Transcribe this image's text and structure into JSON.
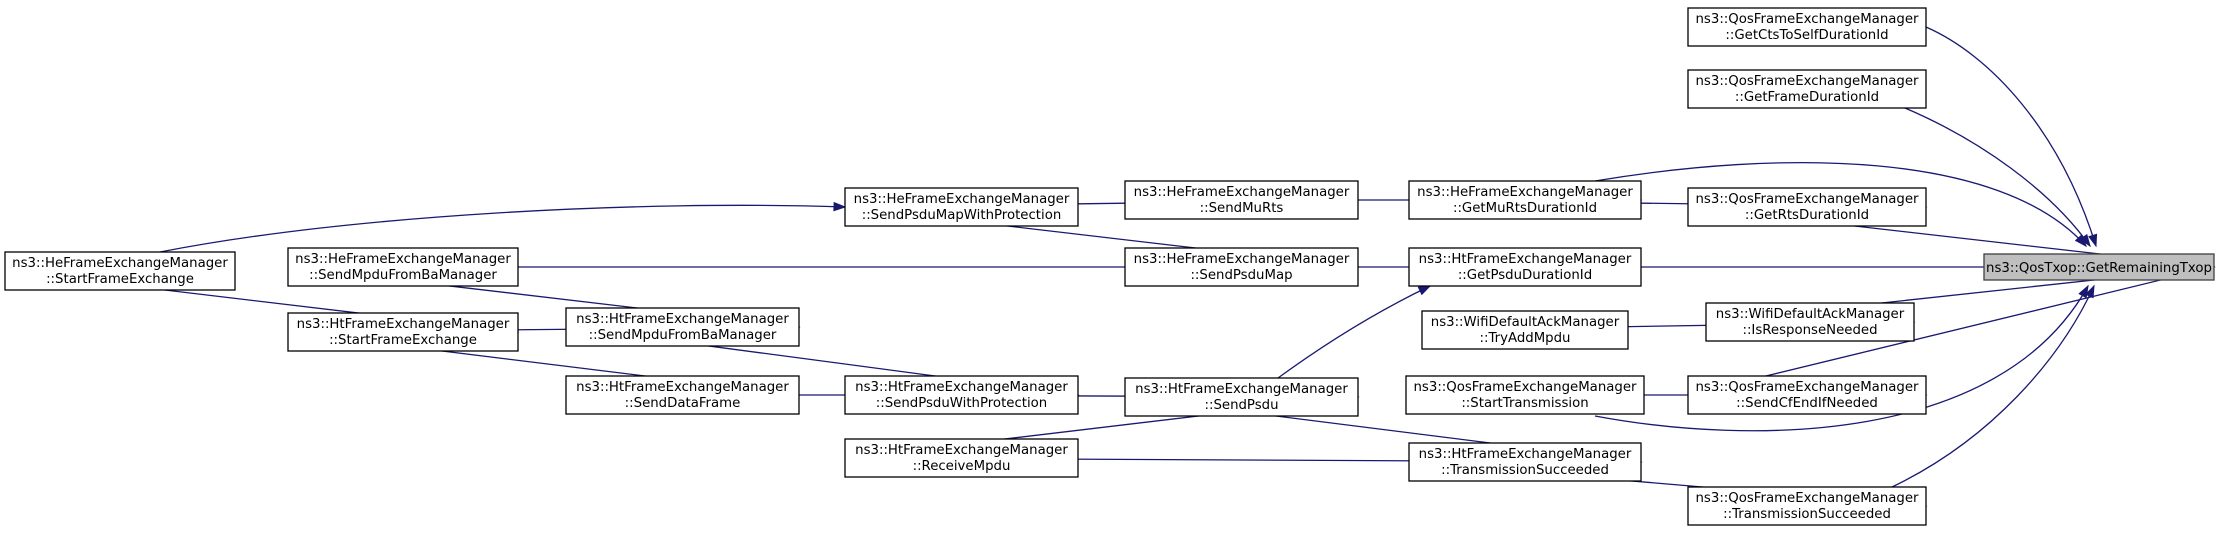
{
  "graph": {
    "focus_node": "GetRemainingTxop",
    "nodes": [
      {
        "id": "GetRemainingTxop",
        "line1": "ns3::QosTxop::GetRemainingTxop",
        "line2": "",
        "focus": true
      },
      {
        "id": "Q_GetCtsToSelfDurationId",
        "line1": "ns3::QosFrameExchangeManager",
        "line2": "::GetCtsToSelfDurationId"
      },
      {
        "id": "Q_GetFrameDurationId",
        "line1": "ns3::QosFrameExchangeManager",
        "line2": "::GetFrameDurationId"
      },
      {
        "id": "Q_GetRtsDurationId",
        "line1": "ns3::QosFrameExchangeManager",
        "line2": "::GetRtsDurationId"
      },
      {
        "id": "W_IsResponseNeeded",
        "line1": "ns3::WifiDefaultAckManager",
        "line2": "::IsResponseNeeded"
      },
      {
        "id": "Q_SendCfEndIfNeeded",
        "line1": "ns3::QosFrameExchangeManager",
        "line2": "::SendCfEndIfNeeded"
      },
      {
        "id": "Q_TransmissionSucceeded",
        "line1": "ns3::QosFrameExchangeManager",
        "line2": "::TransmissionSucceeded"
      },
      {
        "id": "He_GetMuRtsDurationId",
        "line1": "ns3::HeFrameExchangeManager",
        "line2": "::GetMuRtsDurationId"
      },
      {
        "id": "Ht_GetPsduDurationId",
        "line1": "ns3::HtFrameExchangeManager",
        "line2": "::GetPsduDurationId"
      },
      {
        "id": "W_TryAddMpdu",
        "line1": "ns3::WifiDefaultAckManager",
        "line2": "::TryAddMpdu"
      },
      {
        "id": "Q_StartTransmission",
        "line1": "ns3::QosFrameExchangeManager",
        "line2": "::StartTransmission"
      },
      {
        "id": "Ht_TransmissionSucceeded",
        "line1": "ns3::HtFrameExchangeManager",
        "line2": "::TransmissionSucceeded"
      },
      {
        "id": "He_SendMuRts",
        "line1": "ns3::HeFrameExchangeManager",
        "line2": "::SendMuRts"
      },
      {
        "id": "He_SendPsduMap",
        "line1": "ns3::HeFrameExchangeManager",
        "line2": "::SendPsduMap"
      },
      {
        "id": "Ht_SendPsdu",
        "line1": "ns3::HtFrameExchangeManager",
        "line2": "::SendPsdu"
      },
      {
        "id": "He_SendPsduMapWithProtection",
        "line1": "ns3::HeFrameExchangeManager",
        "line2": "::SendPsduMapWithProtection"
      },
      {
        "id": "Ht_SendPsduWithProtection",
        "line1": "ns3::HtFrameExchangeManager",
        "line2": "::SendPsduWithProtection"
      },
      {
        "id": "Ht_ReceiveMpdu",
        "line1": "ns3::HtFrameExchangeManager",
        "line2": "::ReceiveMpdu"
      },
      {
        "id": "Ht_SendMpduFromBaManager",
        "line1": "ns3::HtFrameExchangeManager",
        "line2": "::SendMpduFromBaManager"
      },
      {
        "id": "Ht_SendDataFrame",
        "line1": "ns3::HtFrameExchangeManager",
        "line2": "::SendDataFrame"
      },
      {
        "id": "He_SendMpduFromBaManager",
        "line1": "ns3::HeFrameExchangeManager",
        "line2": "::SendMpduFromBaManager"
      },
      {
        "id": "Ht_StartFrameExchange",
        "line1": "ns3::HtFrameExchangeManager",
        "line2": "::StartFrameExchange"
      },
      {
        "id": "He_StartFrameExchange",
        "line1": "ns3::HeFrameExchangeManager",
        "line2": "::StartFrameExchange"
      }
    ],
    "edges": [
      {
        "from": "Q_GetCtsToSelfDurationId",
        "to": "GetRemainingTxop"
      },
      {
        "from": "Q_GetFrameDurationId",
        "to": "GetRemainingTxop"
      },
      {
        "from": "He_GetMuRtsDurationId",
        "to": "GetRemainingTxop"
      },
      {
        "from": "Q_GetRtsDurationId",
        "to": "GetRemainingTxop"
      },
      {
        "from": "Ht_GetPsduDurationId",
        "to": "GetRemainingTxop"
      },
      {
        "from": "W_IsResponseNeeded",
        "to": "GetRemainingTxop"
      },
      {
        "from": "Q_SendCfEndIfNeeded",
        "to": "GetRemainingTxop"
      },
      {
        "from": "Q_StartTransmission",
        "to": "GetRemainingTxop"
      },
      {
        "from": "Q_TransmissionSucceeded",
        "to": "GetRemainingTxop"
      },
      {
        "from": "He_GetMuRtsDurationId",
        "to": "Q_GetRtsDurationId"
      },
      {
        "from": "W_TryAddMpdu",
        "to": "W_IsResponseNeeded"
      },
      {
        "from": "Q_StartTransmission",
        "to": "Q_SendCfEndIfNeeded"
      },
      {
        "from": "Ht_TransmissionSucceeded",
        "to": "Q_TransmissionSucceeded"
      },
      {
        "from": "He_SendMuRts",
        "to": "He_GetMuRtsDurationId"
      },
      {
        "from": "He_SendPsduMap",
        "to": "Ht_GetPsduDurationId"
      },
      {
        "from": "Ht_SendPsdu",
        "to": "Ht_GetPsduDurationId"
      },
      {
        "from": "Ht_SendPsdu",
        "to": "Ht_TransmissionSucceeded"
      },
      {
        "from": "Ht_ReceiveMpdu",
        "to": "Ht_TransmissionSucceeded"
      },
      {
        "from": "He_SendPsduMapWithProtection",
        "to": "He_SendMuRts"
      },
      {
        "from": "He_SendPsduMapWithProtection",
        "to": "He_SendPsduMap"
      },
      {
        "from": "He_SendMpduFromBaManager",
        "to": "He_SendPsduMap"
      },
      {
        "from": "Ht_SendPsduWithProtection",
        "to": "Ht_SendPsdu"
      },
      {
        "from": "Ht_ReceiveMpdu",
        "to": "Ht_SendPsdu"
      },
      {
        "from": "Ht_SendMpduFromBaManager",
        "to": "Ht_SendPsduWithProtection"
      },
      {
        "from": "Ht_SendDataFrame",
        "to": "Ht_SendPsduWithProtection"
      },
      {
        "from": "He_SendMpduFromBaManager",
        "to": "Ht_SendMpduFromBaManager"
      },
      {
        "from": "Ht_StartFrameExchange",
        "to": "Ht_SendMpduFromBaManager"
      },
      {
        "from": "Ht_StartFrameExchange",
        "to": "Ht_SendDataFrame"
      },
      {
        "from": "He_StartFrameExchange",
        "to": "Ht_StartFrameExchange"
      },
      {
        "from": "He_StartFrameExchange",
        "to": "He_SendPsduMapWithProtection"
      }
    ]
  }
}
